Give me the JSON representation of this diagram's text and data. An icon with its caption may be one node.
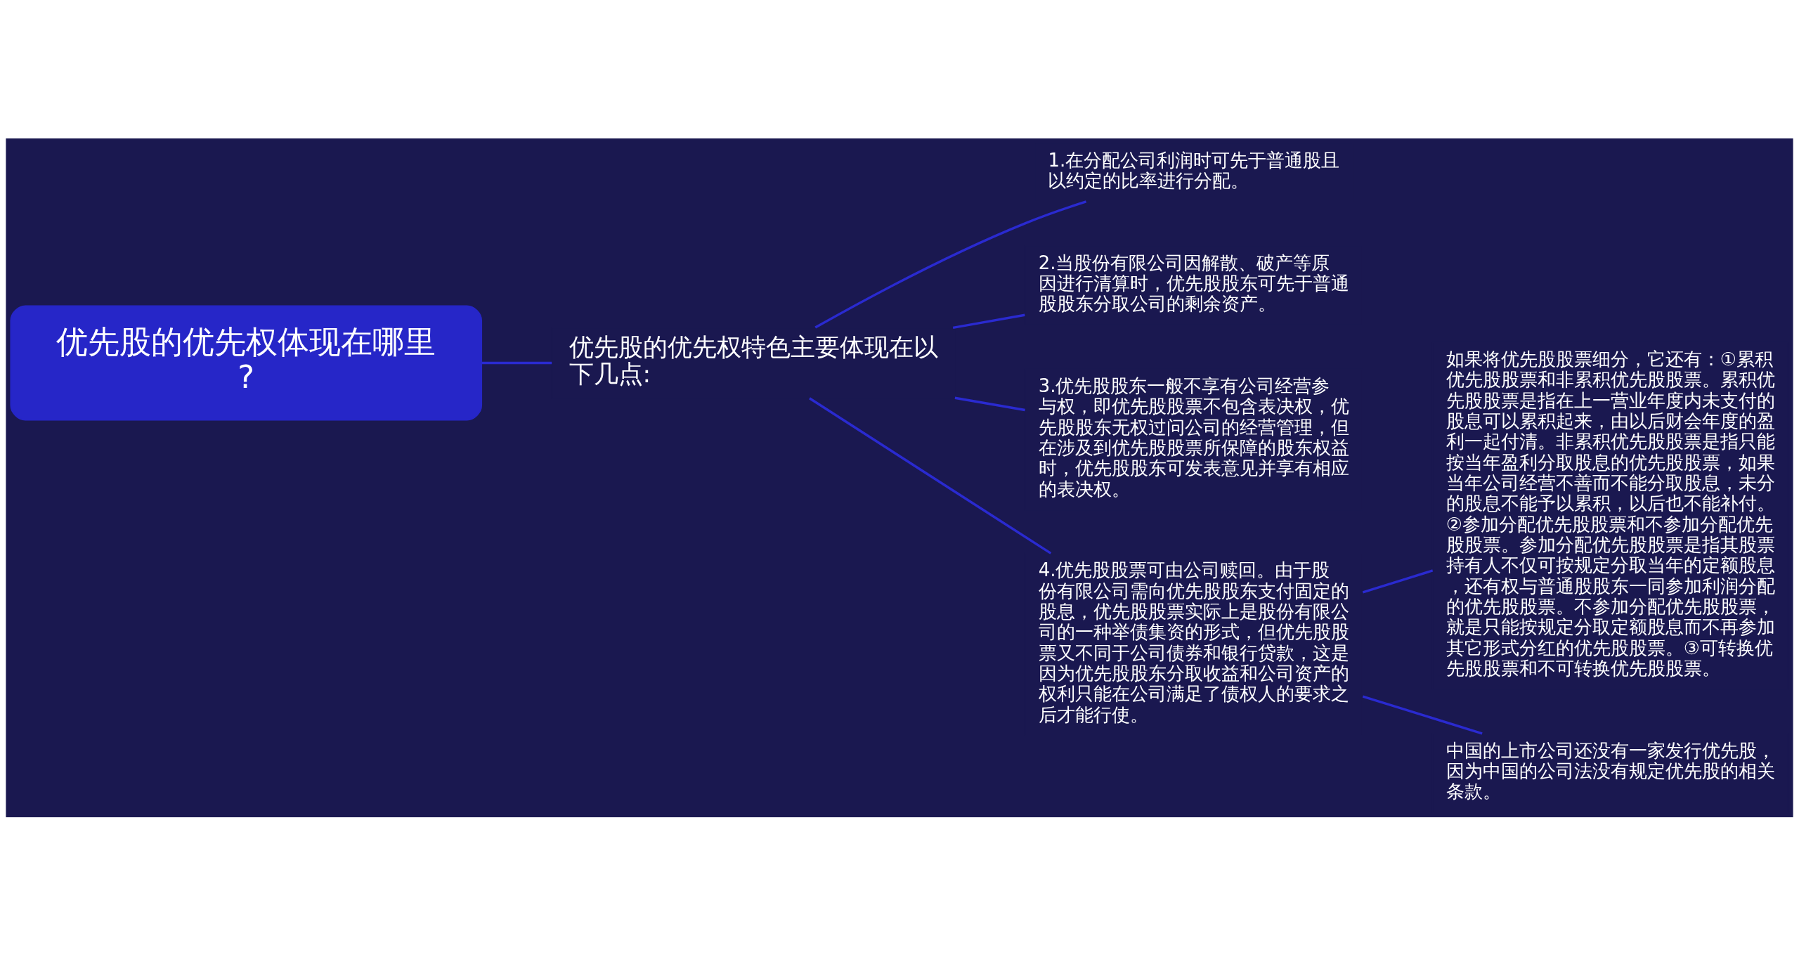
{
  "diagram": {
    "nodes": [
      {
        "text": [
          "优先股的优先权体现在哪里?"
        ]
      },
      {
        "text": [
          "优先股的优先权特色主要体现在以下几点:"
        ]
      },
      {
        "text": [
          "1.在分配公司利润时可先于普通股且以约定的比率进行分配。"
        ]
      },
      {
        "text": [
          "2.当股份有限公司因解散、破产等原因进行清算时，优先股股东可先于普通股股东分取公司的剩余资产。"
        ]
      },
      {
        "text": [
          "3.优先股股东一般不享有公司经营参与权，即优先股股票不包含表决权，优先股股东无权过问公司的经营管理，但在涉及到优先股股票所保障的股东权益时，优先股股东可发表意见并享有相应的表决权。"
        ]
      },
      {
        "text": [
          "4.优先股股票可由公司赎回。由于股份有限公司需向优先股股东支付固定的股息，优先股股票实际上是股份有限公司的一种举债集资的形式，但优先股股票又不同于公司债券和银行贷款，这是因为优先股股东分取收益和公司资产的权利只能在公司满足了债权人的要求之后才能行使。"
        ]
      },
      {
        "text": [
          "如果将优先股股票细分，它还有：①累积优先股股票和非累积优先股股票。累积优先股股票是指在上一营业年度内未支付的股息可以累积起来，由以后财会年度的盈利一起付清。非累积优先股股票是指只能按当年盈利分取股息的优先股股票，如果当年公司经营不善而不能分取股息，未分的股息不能予以累积，以后也不能补付。②参加分配优先股股票和不参加分配优先股股票。参加分配优先股股票是指其股票持有人不仅可按规定分取当年的定额股息，还有权与普通股股东一同参加利润分配的优先股股票。不参加分配优先股股票，就是只能按规定分取定额股息而不再参加其它形式分红的优先股股票。③可转换优先股股票和不可转换优先股股票。"
        ]
      },
      {
        "text": [
          "中国的上市公司还没有一家发行优先股，因为中国的公司法没有规定优先股的相关条款。"
        ]
      }
    ],
    "edges": [
      {
        "from": 0,
        "to": 1,
        "arrow": "none"
      },
      {
        "from": 1,
        "to": 2,
        "arrow": "none"
      },
      {
        "from": 1,
        "to": 3,
        "arrow": "none"
      },
      {
        "from": 1,
        "to": 4,
        "arrow": "none"
      },
      {
        "from": 1,
        "to": 5,
        "arrow": "none"
      },
      {
        "from": 5,
        "to": 6,
        "arrow": "none"
      },
      {
        "from": 5,
        "to": 7,
        "arrow": "none"
      }
    ]
  }
}
